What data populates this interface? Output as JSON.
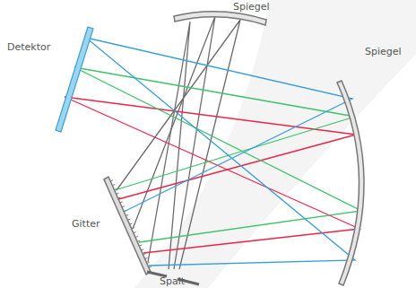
{
  "diagram": {
    "labels": [
      "Spiegel",
      "Detektor",
      "Spiegel",
      "Gitter",
      "Spalt"
    ]
  }
}
